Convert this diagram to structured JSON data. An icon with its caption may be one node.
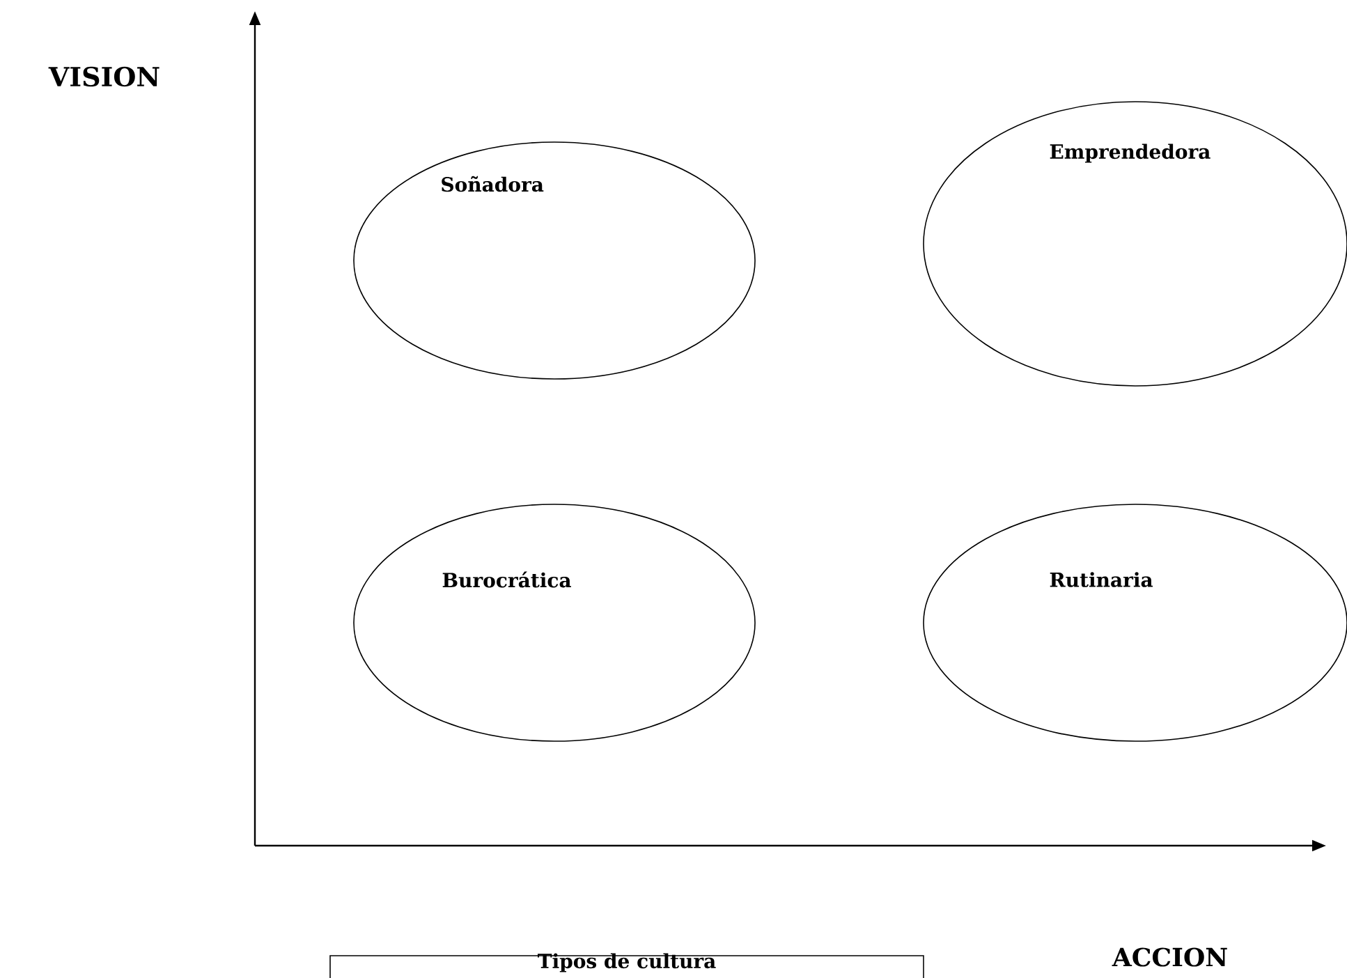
{
  "diagram": {
    "nodes": [
      {
        "text": [
          "Soñadora"
        ]
      },
      {
        "text": [
          "Emprendedora"
        ]
      },
      {
        "text": [
          "Burocrática"
        ]
      },
      {
        "text": [
          "Rutinaria"
        ]
      },
      {
        "text": [
          "Tipos de cultura"
        ]
      }
    ],
    "labels": [
      "VISION",
      "ACCION"
    ]
  }
}
